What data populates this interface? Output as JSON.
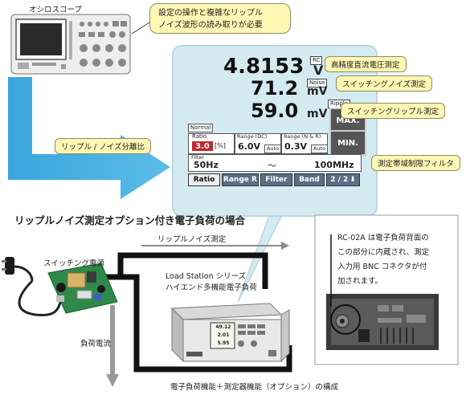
{
  "oscilloscope": {
    "label": "オシロスコープ"
  },
  "callouts": {
    "top": [
      "設定の操作と複雑なリップル",
      "ノイズ波形の読み取りが必要"
    ],
    "dc": "高精度直流電圧測定",
    "noise": "スイッチングノイズ測定",
    "ripple": "スイッチングリップル測定",
    "separation": "リップル / ノイズ分離比",
    "filter": "測定帯域制限フィルタ"
  },
  "screen": {
    "rc_tag": "RC",
    "noise_tag": "Noise",
    "ripple_tag": "Ripple",
    "value_dc": "4.8153",
    "unit_dc": "V",
    "value_noise": "71.2",
    "unit_noise": "mV",
    "value_ripple": "59.0",
    "unit_ripple": "mV",
    "max_label": "MAX.",
    "min_label": "MIN.",
    "mode_label": "Normal",
    "ratio_label": "Ratio",
    "ratio_value": "3.0",
    "ratio_unit": "[%]",
    "range_dc_label": "Range (DC)",
    "range_dc_value": "6.0V",
    "range_dc_mode": "Auto",
    "range_nr_label": "Range (N & R)",
    "range_nr_value": "0.3V",
    "range_nr_mode": "Auto",
    "filter_label": "Filter",
    "filter_low": "50Hz",
    "filter_sep": "～",
    "filter_high": "100MHz",
    "tabs": [
      "Ratio",
      "Range R",
      "Filter",
      "Band",
      "2 / 2"
    ]
  },
  "section_title": "リップルノイズ測定オプション付き電子負荷の場合",
  "ripple_noise_measure": "リップルノイズ測定",
  "switching_psu": "スイッチング電源",
  "load_station": [
    "Load Station シリーズ",
    "ハイエンド多機能電子負荷"
  ],
  "load_current": "負荷電流",
  "rear_note": [
    "RC-02A は電子負荷背面の",
    "この部分に内蔵され、測定",
    "入力用 BNC コネクタが付",
    "加されます。"
  ],
  "bottom_caption": "電子負荷機能＋測定器機能（オプション）の構成",
  "front_panel": {
    "line1": "49.12",
    "line2": "2.01",
    "line3": "5.95"
  },
  "colors": {
    "arrow_blue": "#4aaee0",
    "screen_bg": "#d4ebf2",
    "callout_bg": "#fff7b3",
    "ratio_red": "#c0282e"
  }
}
